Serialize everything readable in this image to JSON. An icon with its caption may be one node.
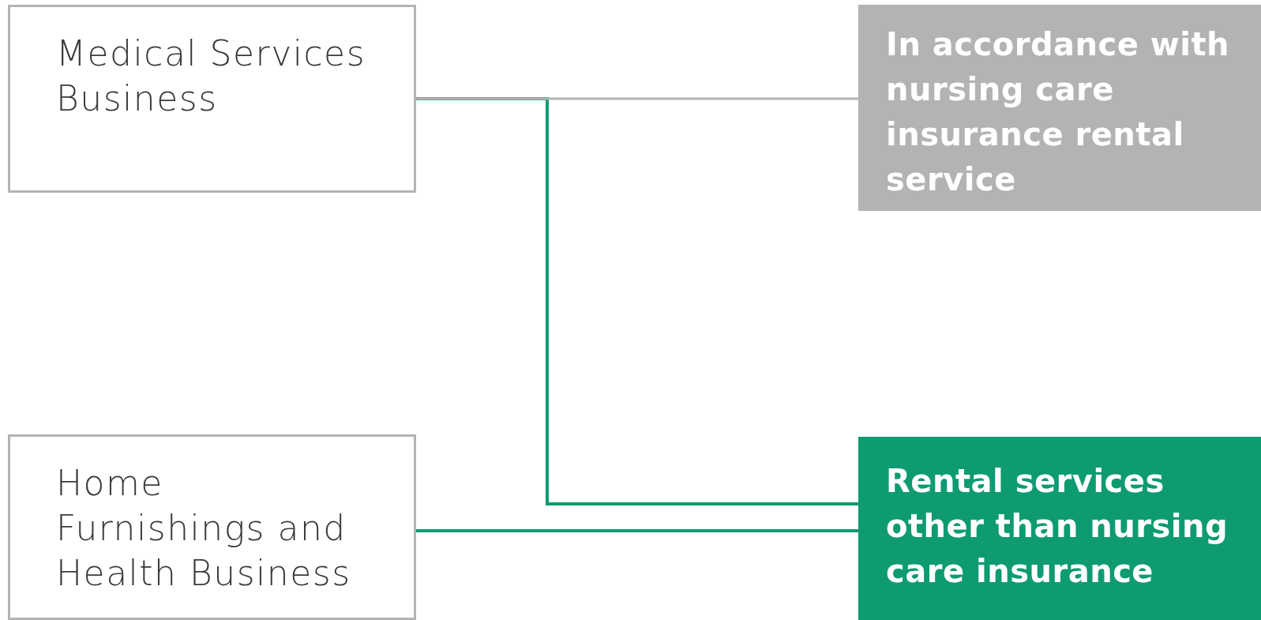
{
  "diagram": {
    "nodes": [
      {
        "text": [
          "Medical Services Business"
        ]
      },
      {
        "text": [
          "In accordance with nursing care insurance rental service"
        ]
      },
      {
        "text": [
          "Home Furnishings and Health Business"
        ]
      },
      {
        "text": [
          "Rental services other than nursing care insurance"
        ]
      }
    ],
    "edges": [
      {
        "from": 0,
        "to": 1,
        "arrow": "none",
        "color": "#b3b3b3"
      },
      {
        "from": 0,
        "to": 3,
        "arrow": "none"
      },
      {
        "from": 2,
        "to": 3,
        "arrow": "none"
      }
    ]
  }
}
